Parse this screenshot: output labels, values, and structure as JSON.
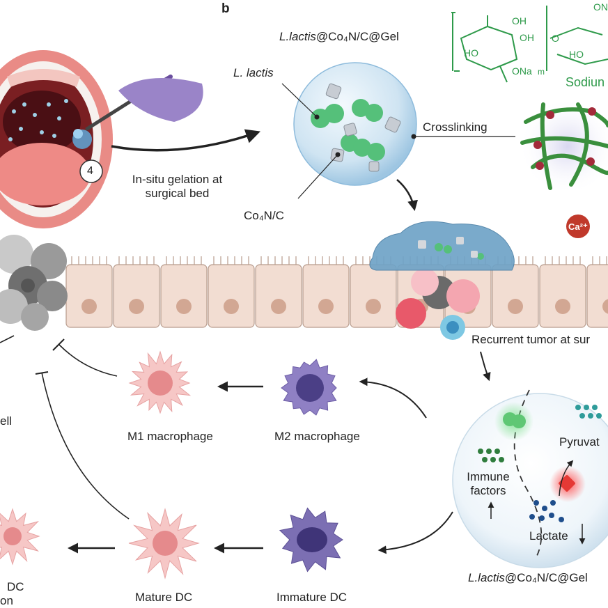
{
  "panel_label": "b",
  "gel_title_prefix": "L.lactis",
  "gel_title_suffix": "@Co₄N/C@Gel",
  "label_l_lactis": "L. lactis",
  "label_co4nc": "Co₄N/C",
  "label_crosslinking": "Crosslinking",
  "label_insitu_line1": "In-situ gelation at",
  "label_insitu_line2": "surgical bed",
  "step_number": "4",
  "label_sodium": "Sodiun",
  "chem_oh": "OH",
  "chem_ho_left": "HO",
  "chem_ona": "ONa",
  "chem_m": "m",
  "chem_ho_right": "HO",
  "chem_o": "O",
  "chem_oh_right": "OH",
  "chem_on": "ON",
  "ca_ion": "Ca²⁺",
  "label_recurrent": "Recurrent tumor at sur",
  "label_m1": "M1 macrophage",
  "label_m2": "M2 macrophage",
  "label_mature_dc": "Mature DC",
  "label_immature_dc": "Immature DC",
  "label_immune_line1": "Immune",
  "label_immune_line2": "factors",
  "label_pyruvate": "Pyruvat",
  "label_lactate": "Lactate",
  "label_bottom_gel_prefix": "L.lactis",
  "label_bottom_gel_suffix": "@Co₄N/C@Gel",
  "label_cut_ell": "ell",
  "label_cut_dc": "DC",
  "label_cut_on": "on",
  "colors": {
    "bacteria_green": "#55c07a",
    "gel_blue": "#7fb8da",
    "chem_green": "#2e9a4a",
    "ca_red": "#c0392b",
    "epithelium": "#f2ddd2",
    "nucleus": "#d2a793",
    "macrophage_pink": "#f6c7c6",
    "dc_purple": "#7c6fb3",
    "lactate_blue": "#1f4e8c",
    "pyruvate_teal": "#2f9c9a"
  }
}
